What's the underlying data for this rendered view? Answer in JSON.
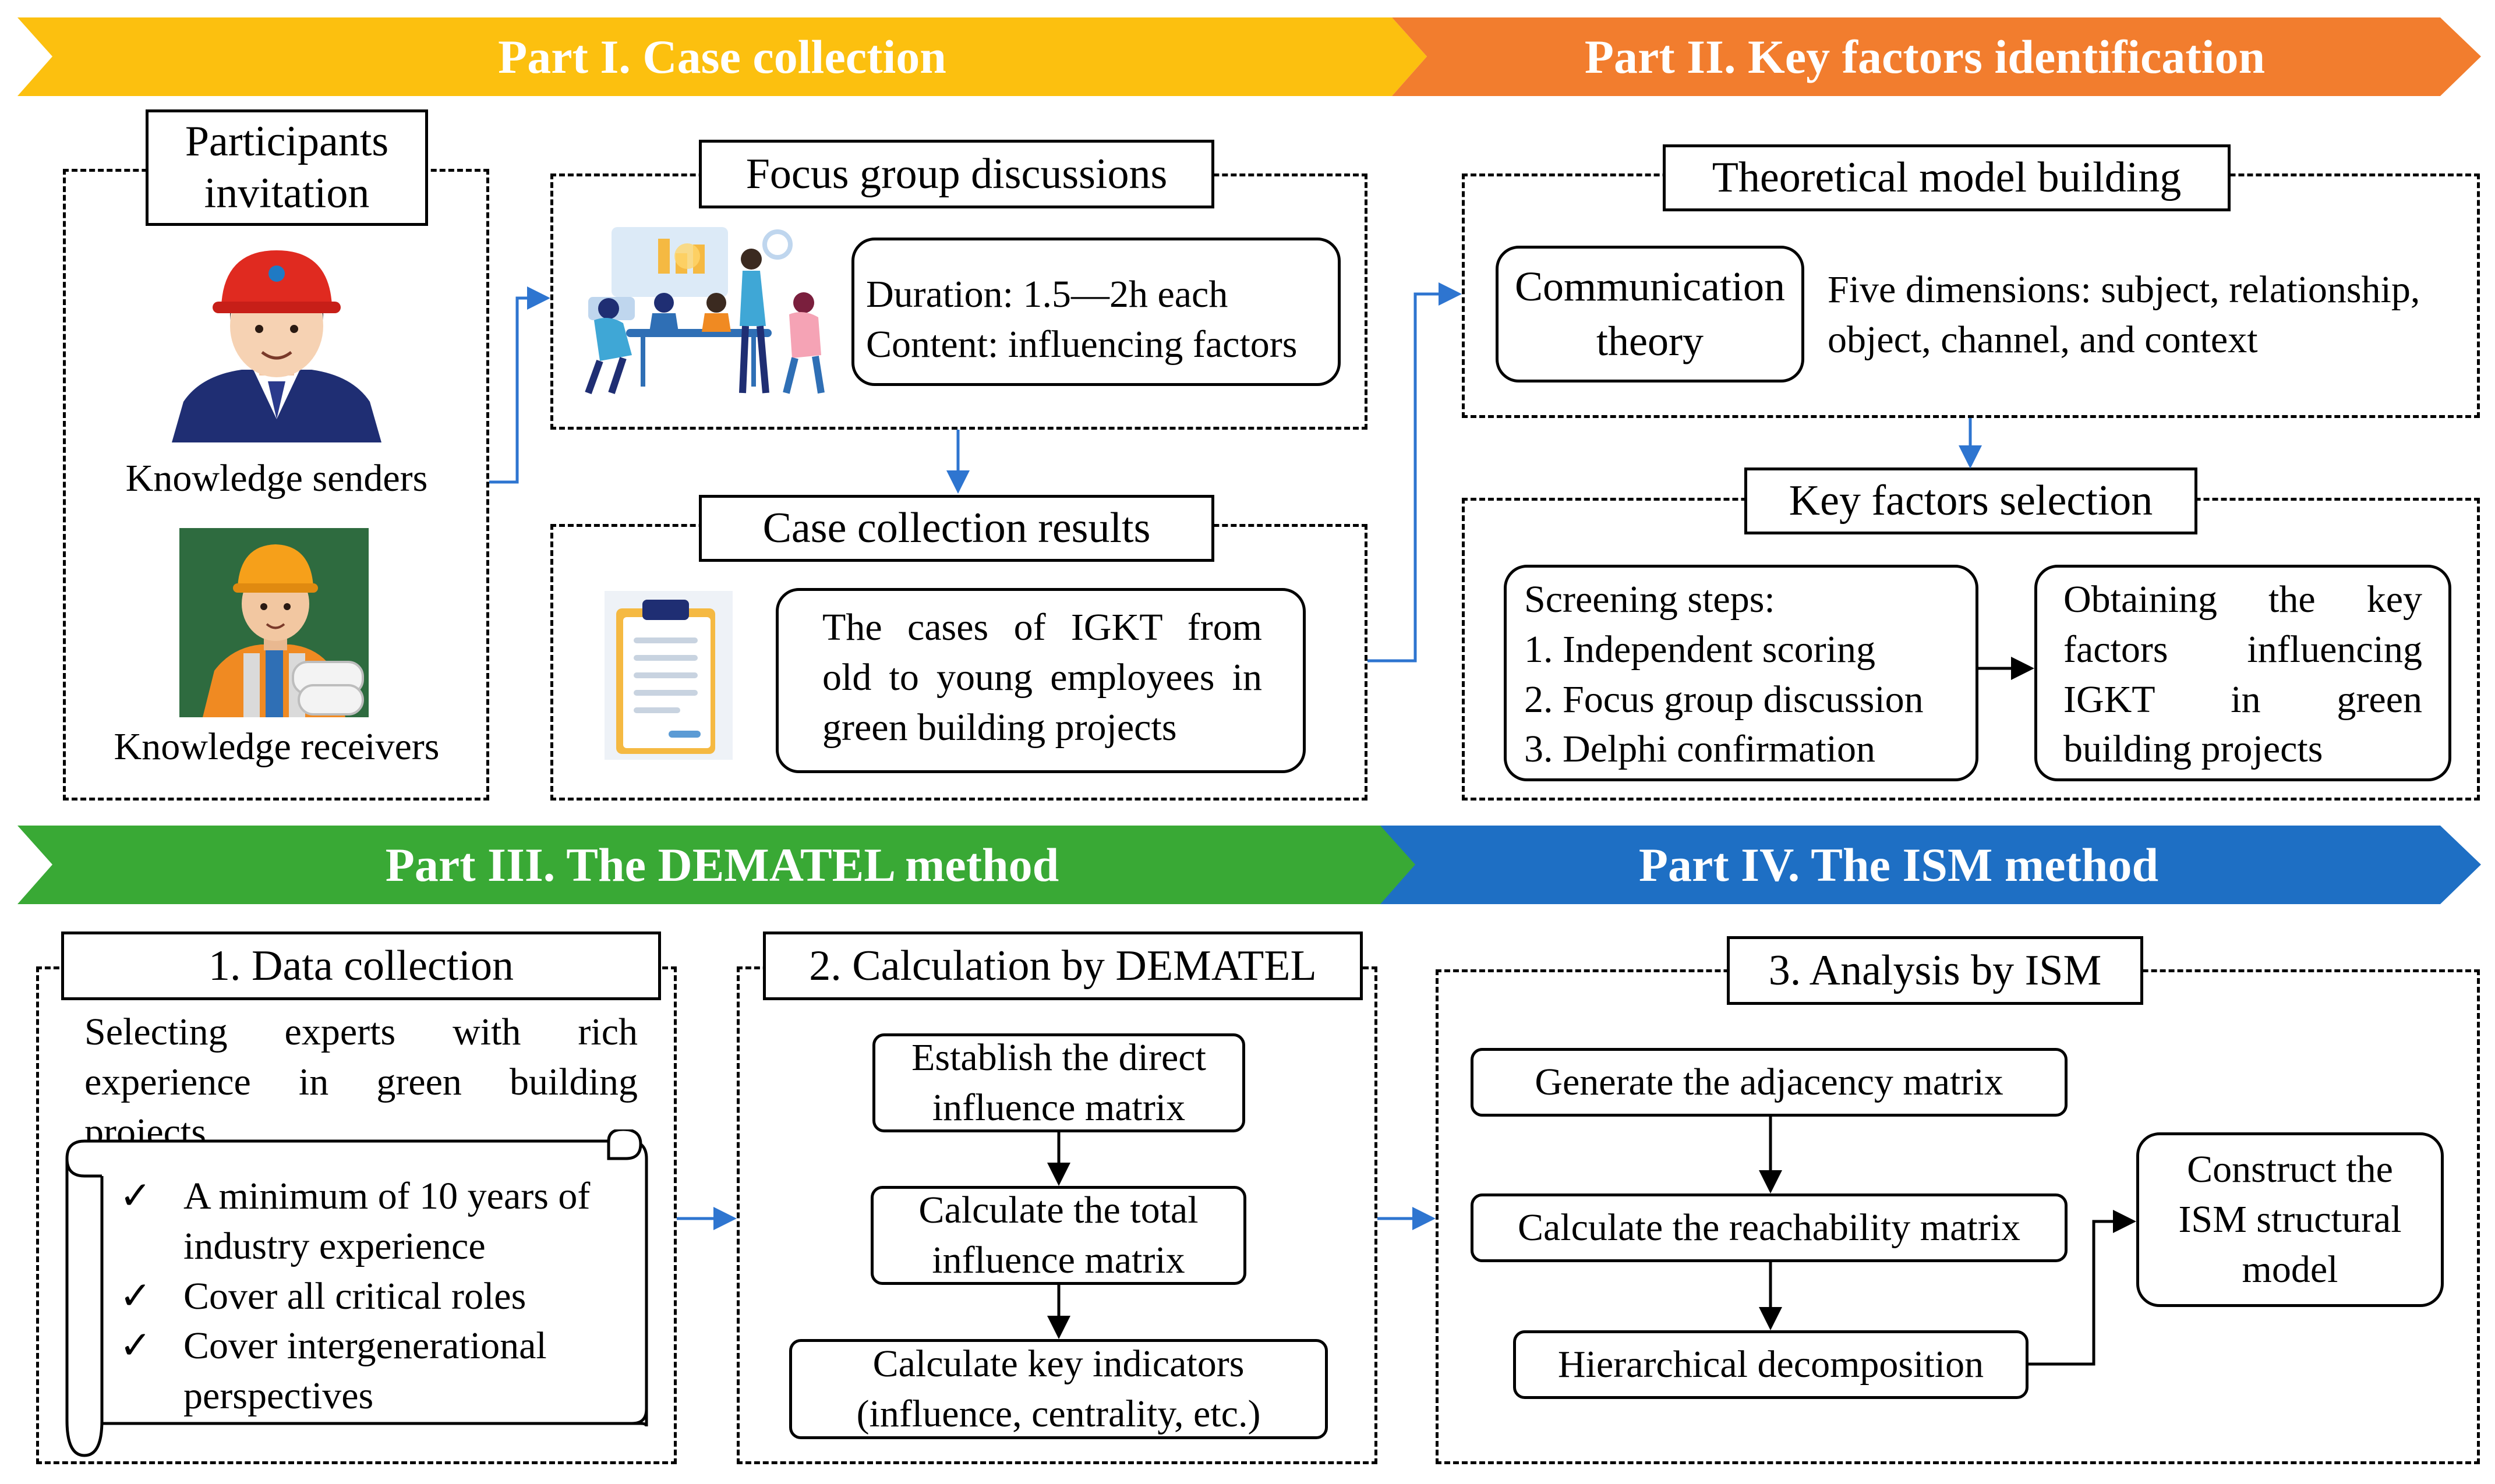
{
  "colors": {
    "part1": "#FCC00F",
    "part2": "#F27D2E",
    "part3": "#39A935",
    "part4": "#1E6FC4",
    "arrow": "#2E75D0"
  },
  "banners": {
    "part1": "Part I. Case collection",
    "part2": "Part II. Key factors identification",
    "part3": "Part III. The DEMATEL method",
    "part4": "Part IV. The ISM method"
  },
  "participants": {
    "title_line1": "Participants",
    "title_line2": "invitation",
    "senders_label": "Knowledge senders",
    "receivers_label": "Knowledge receivers"
  },
  "focus_group": {
    "title": "Focus group discussions",
    "duration": "Duration: 1.5—2h each",
    "content": "Content: influencing factors"
  },
  "case_results": {
    "title": "Case collection results",
    "line1": "The cases of IGKT from",
    "line2": "old to young employees in",
    "line3": "green building projects"
  },
  "theoretical": {
    "title": "Theoretical model building",
    "comm_line1": "Communication",
    "comm_line2": "theory",
    "dims_line1": "Five dimensions: subject, relationship,",
    "dims_line2": "object, channel, and context"
  },
  "key_factors": {
    "title": "Key factors selection",
    "steps_title": "Screening steps:",
    "step1": "1. Independent scoring",
    "step2": "2. Focus group discussion",
    "step3": "3. Delphi confirmation",
    "result_line1": "Obtaining the key",
    "result_line2": "factors influencing",
    "result_line3": "IGKT in green",
    "result_line4": "building projects"
  },
  "data_collection": {
    "title": "1. Data collection",
    "intro_line1": "Selecting experts with rich",
    "intro_line2": "experience in green building",
    "intro_line3": "projects",
    "checks": [
      {
        "mark": "✓",
        "line1": "A minimum of 10 years of",
        "line2": "industry experience"
      },
      {
        "mark": "✓",
        "line1": "Cover all critical roles",
        "line2": ""
      },
      {
        "mark": "✓",
        "line1": "Cover intergenerational",
        "line2": "perspectives"
      }
    ]
  },
  "dematel": {
    "title": "2. Calculation by DEMATEL",
    "step1_line1": "Establish the direct",
    "step1_line2": "influence matrix",
    "step2_line1": "Calculate the total",
    "step2_line2": "influence matrix",
    "step3_line1": "Calculate key indicators",
    "step3_line2": "(influence, centrality, etc.)"
  },
  "ism": {
    "title": "3. Analysis by ISM",
    "step1": "Generate the adjacency matrix",
    "step2": "Calculate the reachability matrix",
    "step3": "Hierarchical decomposition",
    "final_line1": "Construct the",
    "final_line2": "ISM structural",
    "final_line3": "model"
  },
  "icons": {
    "sender": "worker-red-helmet-illustration",
    "receiver": "worker-orange-helmet-illustration",
    "meeting": "team-meeting-illustration",
    "clipboard": "clipboard-icon"
  }
}
